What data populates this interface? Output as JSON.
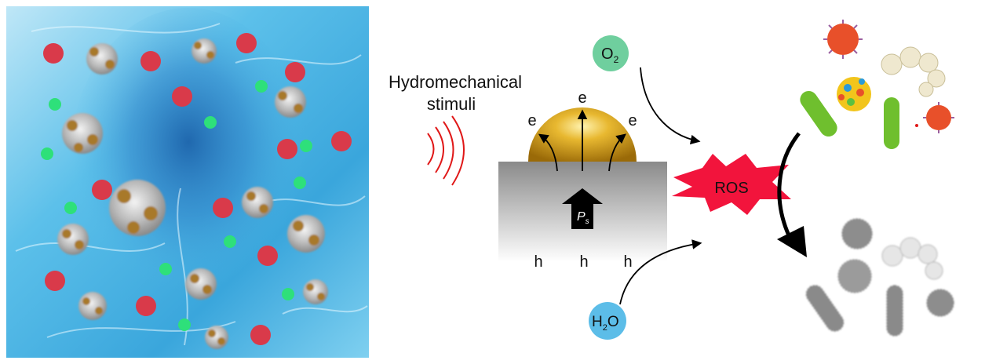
{
  "stimulus": {
    "line1": "Hydromechanical",
    "line2": "stimuli"
  },
  "electrons": {
    "left": "e",
    "center": "e",
    "right": "e"
  },
  "holes": {
    "left": "h",
    "center": "h",
    "right": "h"
  },
  "polarization": {
    "main": "P",
    "sub": "s"
  },
  "oxygen": {
    "main": "O",
    "sub": "2"
  },
  "water": {
    "h": "H",
    "sub": "2",
    "o": "O"
  },
  "ros": "ROS",
  "colors": {
    "water_blue": "#4fb7e6",
    "red_dot": "#d93a4a",
    "green_dot": "#2ee07a",
    "gold": "#d9a020",
    "ros_red": "#f2143c",
    "o2_bubble": "#6fcf9e",
    "h2o_bubble": "#5cbde8",
    "bacteria_green": "#6fbf2e",
    "virus_red": "#e8502a"
  }
}
